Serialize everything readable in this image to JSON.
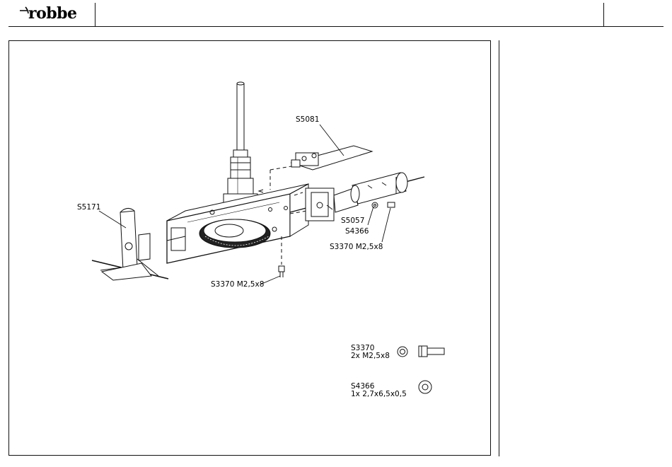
{
  "header": {
    "brand": "robbe"
  },
  "callouts": {
    "s5081": "S5081",
    "s5171": "S5171",
    "s5057": "S5057",
    "s4366": "S4366",
    "s3370_right": "S3370 M2,5x8",
    "s3370_bottom": "S3370 M2,5x8"
  },
  "parts_legend": [
    {
      "part_no": "S3370",
      "spec": "2x  M2,5x8"
    },
    {
      "part_no": "S4366",
      "spec": "1x  2,7x6,5x0,5"
    }
  ],
  "icons": {
    "logo_mark": "robbe-swoosh-icon",
    "nut": "hex-nut-icon",
    "screw": "cap-screw-icon",
    "washer": "washer-icon"
  },
  "colors": {
    "line": "#111111",
    "background": "#ffffff"
  }
}
